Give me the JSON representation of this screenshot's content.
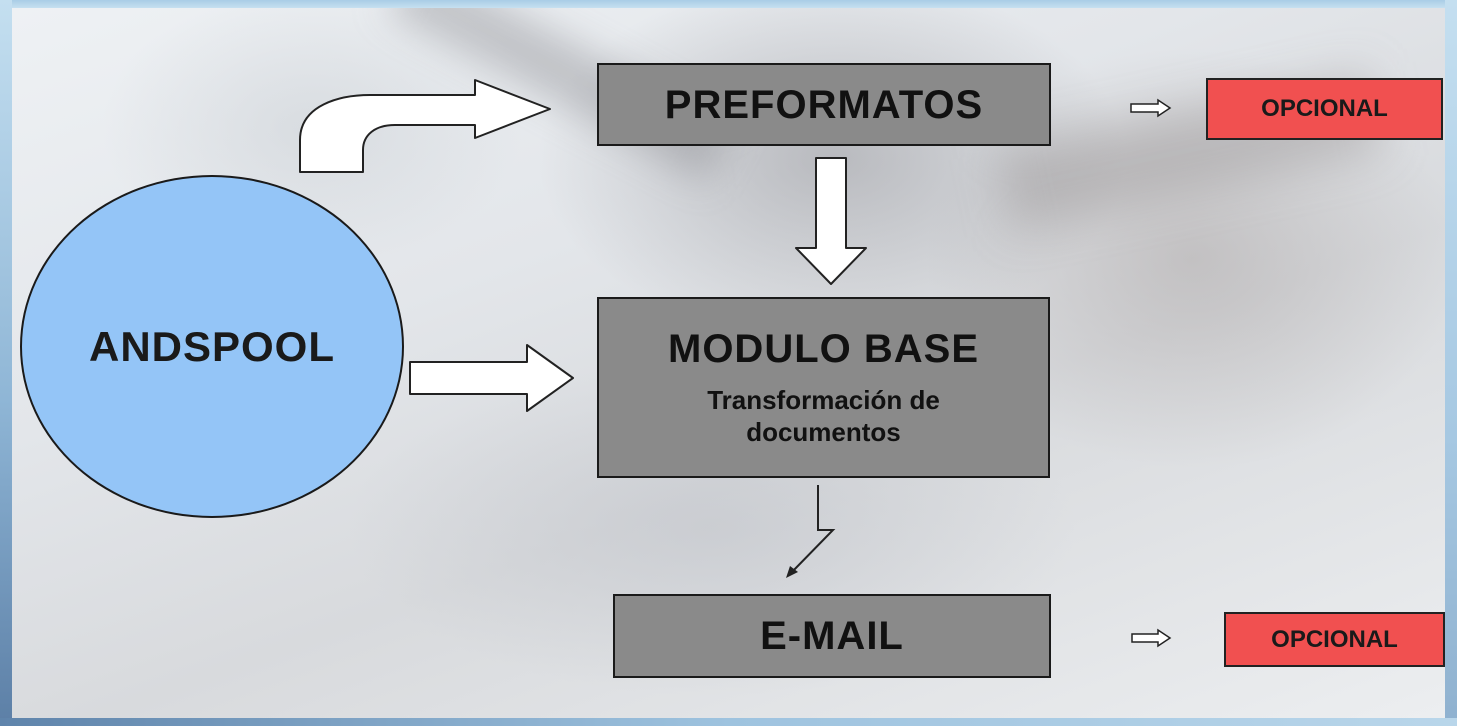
{
  "circle": {
    "label": "ANDSPOOL",
    "color": "#94c5f7"
  },
  "boxes": {
    "preformatos": {
      "title": "PREFORMATOS"
    },
    "modulo_base": {
      "title": "MODULO BASE",
      "subtitle": "Transformación de documentos"
    },
    "email": {
      "title": "E-MAIL"
    }
  },
  "optional_tags": [
    {
      "label": "OPCIONAL"
    },
    {
      "label": "OPCIONAL"
    }
  ],
  "colors": {
    "box_fill": "#8a8a8a",
    "optional_fill": "#f15050",
    "circle_fill": "#94c5f7"
  }
}
